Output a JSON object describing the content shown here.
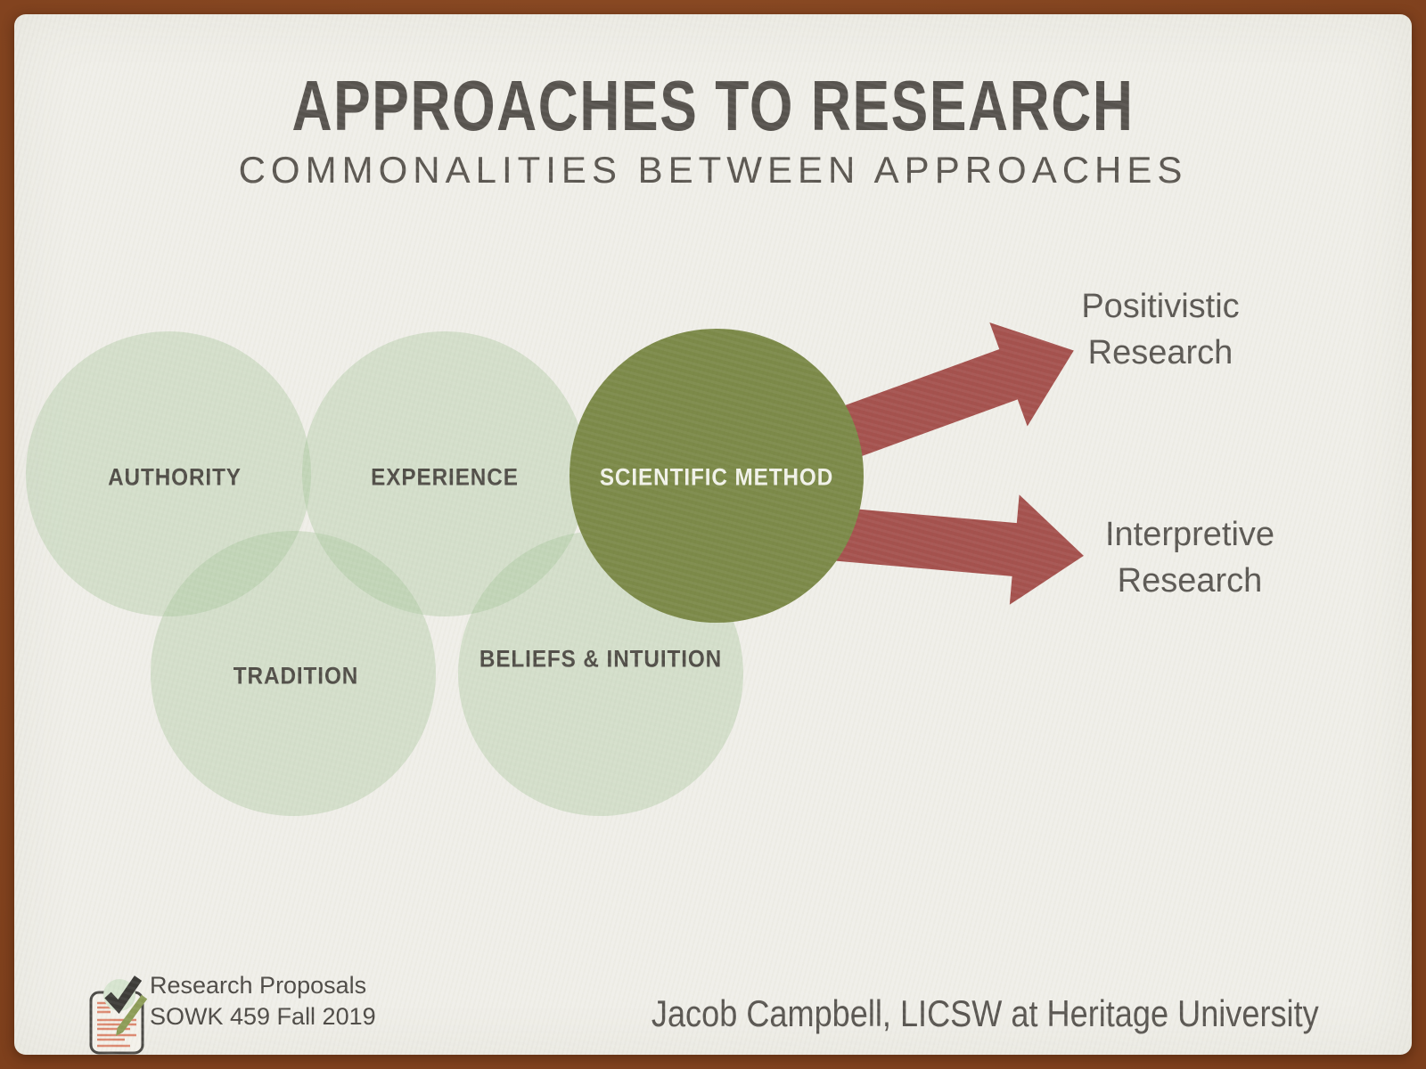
{
  "slide": {
    "title": "APPROACHES TO RESEARCH",
    "subtitle": "COMMONALITIES BETWEEN APPROACHES"
  },
  "diagram": {
    "circles": [
      {
        "id": "authority",
        "label": "AUTHORITY"
      },
      {
        "id": "experience",
        "label": "EXPERIENCE"
      },
      {
        "id": "scientific-method",
        "label": "SCIENTIFIC METHOD",
        "highlighted": true
      },
      {
        "id": "tradition",
        "label": "TRADITION"
      },
      {
        "id": "beliefs-intuition",
        "label": "BELIEFS & INTUITION"
      }
    ],
    "arrows": [
      {
        "target": "Positivistic Research"
      },
      {
        "target": "Interpretive Research"
      }
    ]
  },
  "footer": {
    "icon": "checked-document-icon",
    "project": "Research Proposals",
    "course": "SOWK 459 Fall 2019",
    "credit": "Jacob Campbell, LICSW at Heritage University"
  },
  "colors": {
    "frame": "#8f4e27",
    "paper": "#f0efe9",
    "title-text": "#57534e",
    "subtitle-text": "#5b5751",
    "label-text": "#514e48",
    "olive": "#7c8a49",
    "olive-label-text": "#f2f3ea",
    "circle-fill": "#a0c396",
    "arrow-red": "#a5524e",
    "research-label-text": "#5c5954",
    "footer-text": "#4e4b47",
    "credit-text": "#5a5752",
    "doc-outline": "#4b4a46",
    "doc-lines-salmon": "#dd8a71",
    "check-dark": "#3d3c38",
    "check-halo-green": "#d7e5d0",
    "pencil-olive": "#8d9d58"
  }
}
